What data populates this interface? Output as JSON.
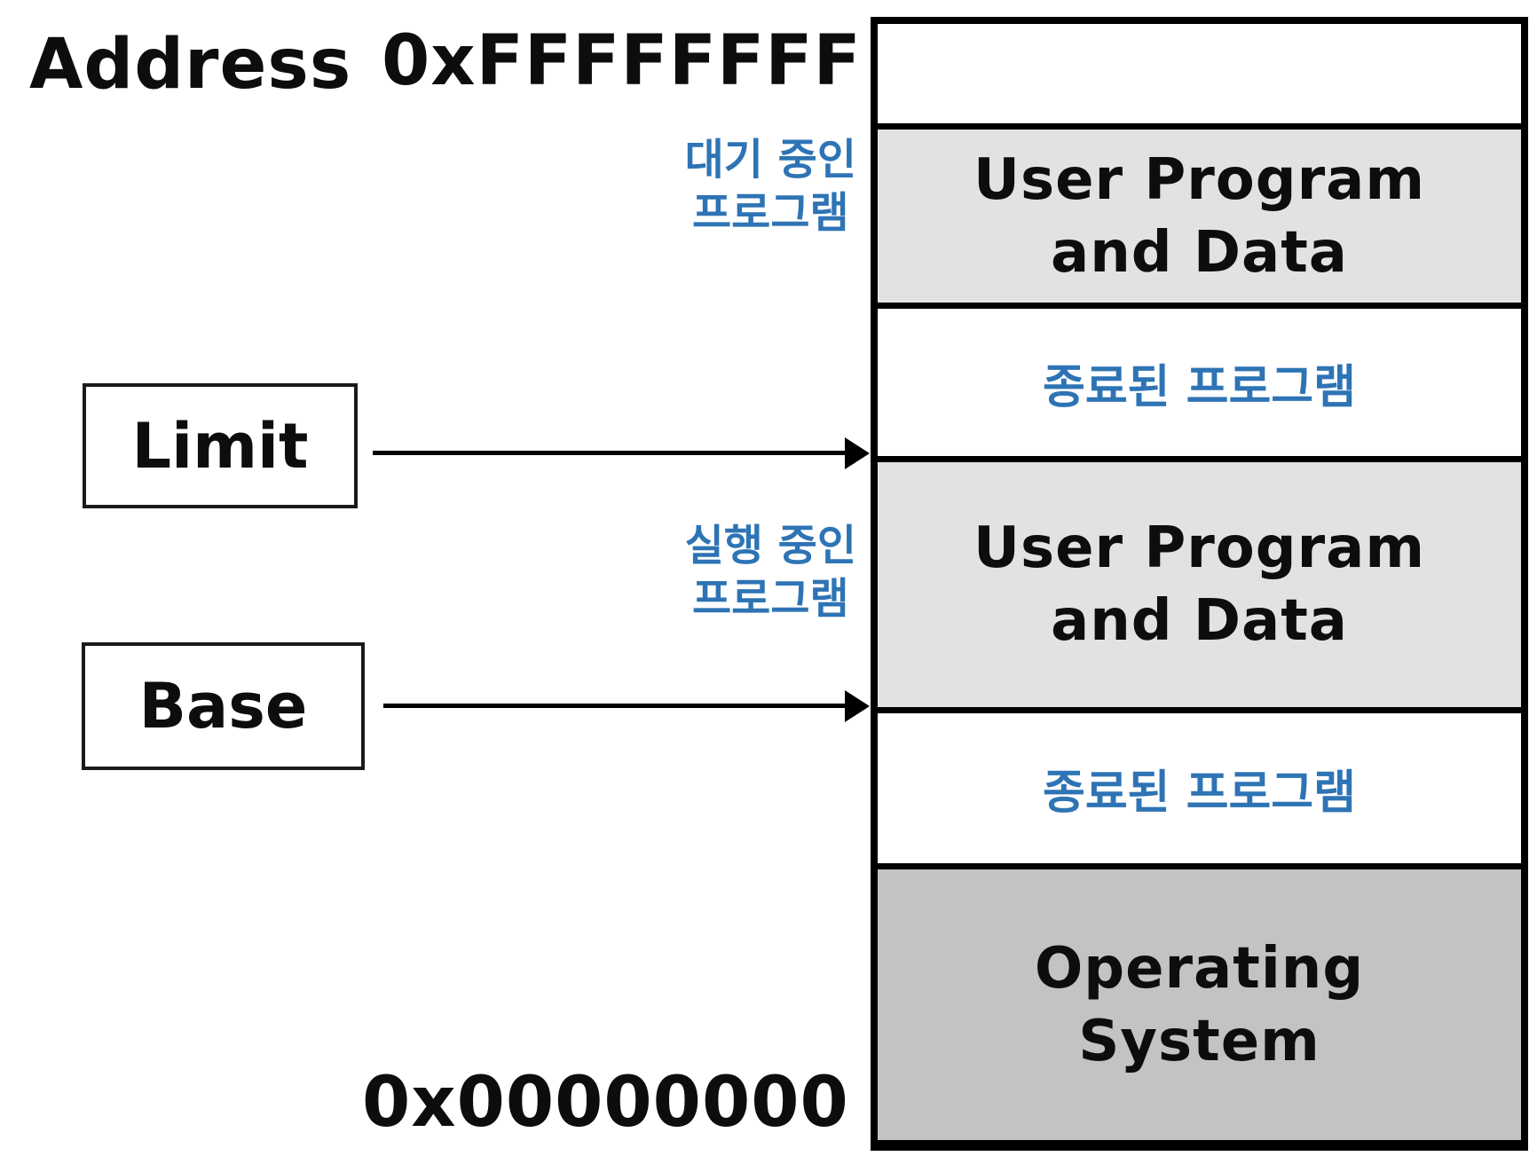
{
  "colors": {
    "annotation_blue": "#2E74B5",
    "user_program_fill": "#E2E2E2",
    "operating_system_fill": "#C3C3C3",
    "border_black": "#000000",
    "background": "#FFFFFF"
  },
  "address_scale": {
    "label": "Address",
    "high": "0xFFFFFFFF",
    "low": "0x00000000"
  },
  "registers": {
    "limit": {
      "label": "Limit"
    },
    "base": {
      "label": "Base"
    }
  },
  "annotations": {
    "waiting_program": {
      "line1": "대기 중인",
      "line2": "프로그램"
    },
    "running_program": {
      "line1": "실행 중인",
      "line2": "프로그램"
    }
  },
  "memory_map": {
    "sections": [
      {
        "id": "free-high",
        "label": ""
      },
      {
        "id": "user-program-waiting",
        "line1": "User Program",
        "line2": "and Data"
      },
      {
        "id": "terminated-program-high",
        "label": "종료된 프로그램"
      },
      {
        "id": "user-program-running",
        "line1": "User Program",
        "line2": "and Data"
      },
      {
        "id": "terminated-program-low",
        "label": "종료된 프로그램"
      },
      {
        "id": "operating-system",
        "line1": "Operating",
        "line2": "System"
      }
    ]
  }
}
